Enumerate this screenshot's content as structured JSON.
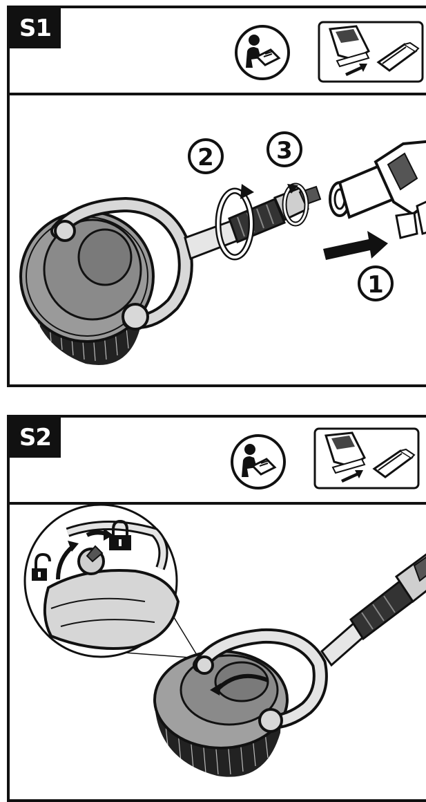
{
  "panels": [
    {
      "step": "S1",
      "icons": [
        "read-manual-icon",
        "battery-insert-icon"
      ],
      "callouts": [
        "1",
        "2",
        "3"
      ]
    },
    {
      "step": "S2",
      "icons": [
        "read-manual-icon",
        "battery-insert-icon"
      ],
      "lock_icons": [
        "unlocked-padlock-icon",
        "locked-padlock-icon"
      ]
    }
  ]
}
